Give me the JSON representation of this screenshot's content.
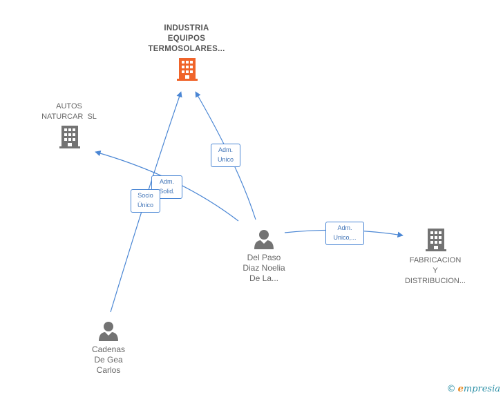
{
  "colors": {
    "edge": "#4a86d4",
    "main_company": "#f0642a",
    "company": "#737373",
    "person": "#737373"
  },
  "nodes": {
    "main_company": {
      "label": "INDUSTRIA EQUIPOS TERMOSOLARES...",
      "lines": [
        "INDUSTRIA",
        "EQUIPOS",
        "TERMOSOLARES..."
      ],
      "icon": "building-icon"
    },
    "autos": {
      "label": "AUTOS NATURCAR SL",
      "lines": [
        "AUTOS",
        "NATURCAR  SL"
      ],
      "icon": "building-icon"
    },
    "fabricacion": {
      "label": "FABRICACION Y DISTRIBUCION...",
      "lines": [
        "FABRICACION",
        "Y",
        "DISTRIBUCION..."
      ],
      "icon": "building-icon"
    },
    "delpaso": {
      "label": "Del Paso Diaz Noelia De La...",
      "lines": [
        "Del Paso",
        "Diaz Noelia",
        "De La..."
      ],
      "icon": "person-icon"
    },
    "cadenas": {
      "label": "Cadenas De Gea Carlos",
      "lines": [
        "Cadenas",
        "De Gea",
        "Carlos"
      ],
      "icon": "person-icon"
    }
  },
  "edges": [
    {
      "from": "delpaso",
      "to": "main_company",
      "label_lines": [
        "Adm.",
        "Unico"
      ]
    },
    {
      "from": "delpaso",
      "to": "autos",
      "label_lines": [
        "Adm.",
        "Solid."
      ]
    },
    {
      "from": "cadenas",
      "to": "main_company",
      "label_lines": [
        "Socio",
        "Único"
      ]
    },
    {
      "from": "delpaso",
      "to": "fabricacion",
      "label_lines": [
        "Adm.",
        "Unico,..."
      ]
    }
  ],
  "brand": {
    "copyright": "©",
    "name_initial": "e",
    "name_rest": "mpresia"
  }
}
